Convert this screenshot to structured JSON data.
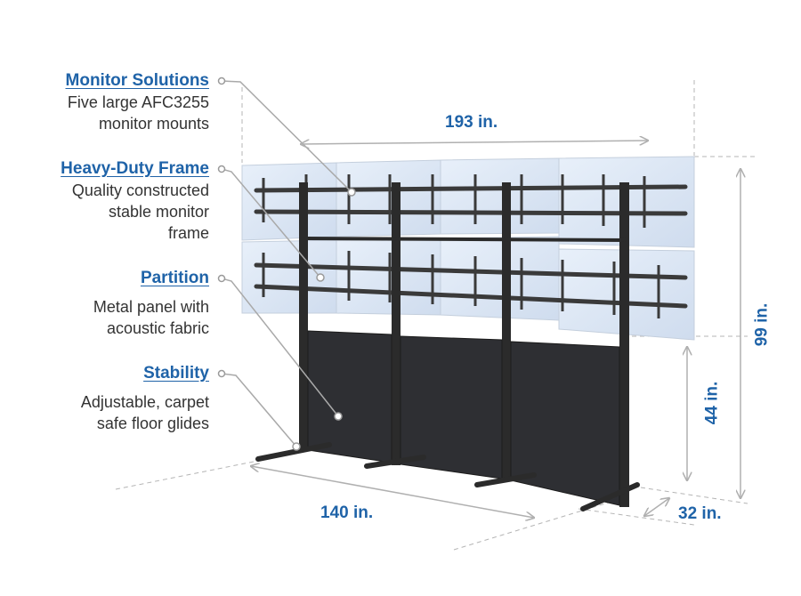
{
  "features": [
    {
      "title": "Monitor Solutions",
      "desc": [
        "Five large AFC3255",
        "monitor mounts"
      ]
    },
    {
      "title": "Heavy-Duty Frame",
      "desc": [
        "Quality constructed",
        "stable monitor",
        "frame"
      ]
    },
    {
      "title": "Partition",
      "desc": [
        "Metal panel with",
        "acoustic fabric"
      ]
    },
    {
      "title": "Stability",
      "desc": [
        "Adjustable, carpet",
        "safe floor glides"
      ]
    }
  ],
  "dimensions": {
    "width": "193 in.",
    "total_height": "99 in.",
    "partition_height": "44 in.",
    "base_length": "140 in.",
    "depth": "32 in."
  },
  "colors": {
    "accent": "#1f63a8",
    "text": "#333333",
    "frame": "#2b2b2b",
    "fabric": "#2e2f33",
    "screen": "#dfe9f6",
    "dim_line": "#b8b8b8"
  }
}
